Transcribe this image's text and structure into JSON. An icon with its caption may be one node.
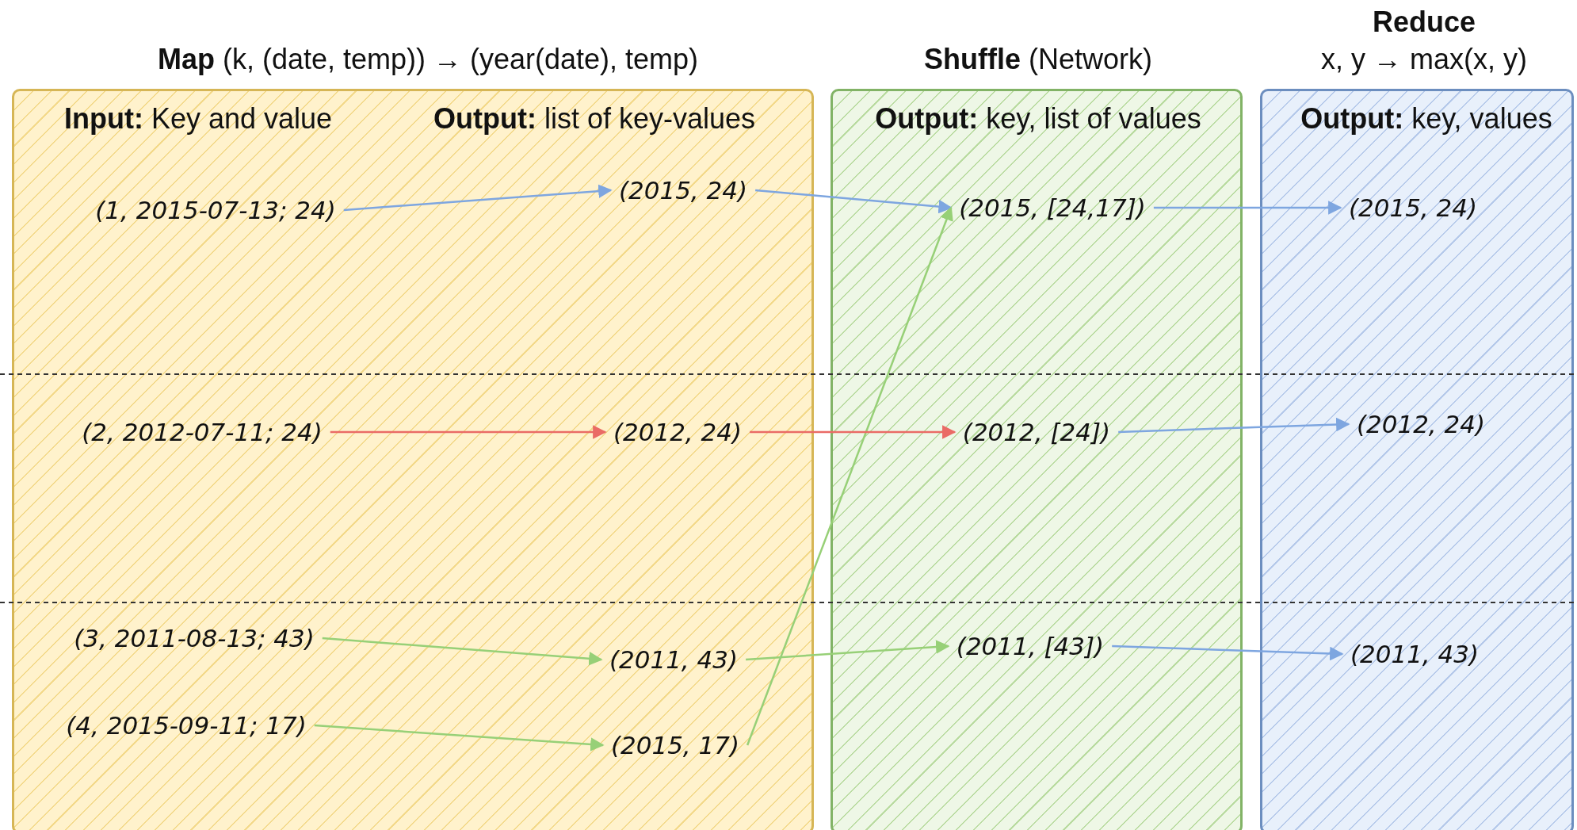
{
  "diagram": {
    "nodes": [
      {
        "text": [
          "**Map** (k, (date, temp)) → (year(date),  temp)",
          "**Input:** Key and value",
          "**Output:** list of key-values"
        ]
      },
      {
        "text": [
          "**Shuffle** (Network)",
          "**Output:** key, list of values"
        ]
      },
      {
        "text": [
          "Reduce",
          "x, y → max(x, y)",
          "**Output:** key, values"
        ]
      },
      {
        "text": [
          "(1, 2015-07-13; 24)"
        ],
        "in": 0
      },
      {
        "text": [
          "(2015, 24)"
        ],
        "in": 0
      },
      {
        "text": [
          "(2, 2012-07-11; 24)"
        ],
        "in": 0
      },
      {
        "text": [
          "(2012, 24)"
        ],
        "in": 0
      },
      {
        "text": [
          "(3, 2011-08-13; 43)"
        ],
        "in": 0
      },
      {
        "text": [
          "(2011, 43)"
        ],
        "in": 0
      },
      {
        "text": [
          "(4, 2015-09-11; 17)"
        ],
        "in": 0
      },
      {
        "text": [
          "(2015, 17)"
        ],
        "in": 0
      },
      {
        "text": [
          "(2015, [24,17])"
        ],
        "in": 1
      },
      {
        "text": [
          "(2012, [24])"
        ],
        "in": 1
      },
      {
        "text": [
          "(2011, [43])"
        ],
        "in": 1
      },
      {
        "text": [
          "(2015, 24)"
        ],
        "in": 2
      },
      {
        "text": [
          "(2012, 24)"
        ],
        "in": 2
      },
      {
        "text": [
          "(2011, 43)"
        ],
        "in": 2
      }
    ],
    "edges": [
      {
        "from": 3,
        "to": 4,
        "arrow": "to"
      },
      {
        "from": 5,
        "to": 6,
        "arrow": "to",
        "color": "#ea6b66"
      },
      {
        "from": 7,
        "to": 8,
        "arrow": "to",
        "color": "#97d077"
      },
      {
        "from": 9,
        "to": 10,
        "arrow": "to",
        "color": "#97d077"
      },
      {
        "from": 4,
        "to": 11,
        "arrow": "to"
      },
      {
        "from": 10,
        "to": 11,
        "arrow": "to",
        "color": "#97d077"
      },
      {
        "from": 6,
        "to": 12,
        "arrow": "to",
        "color": "#ea6b66"
      },
      {
        "from": 8,
        "to": 13,
        "arrow": "to",
        "color": "#97d077"
      },
      {
        "from": 11,
        "to": 14,
        "arrow": "to"
      },
      {
        "from": 12,
        "to": 15,
        "arrow": "to"
      },
      {
        "from": 13,
        "to": 16,
        "arrow": "to"
      }
    ]
  }
}
